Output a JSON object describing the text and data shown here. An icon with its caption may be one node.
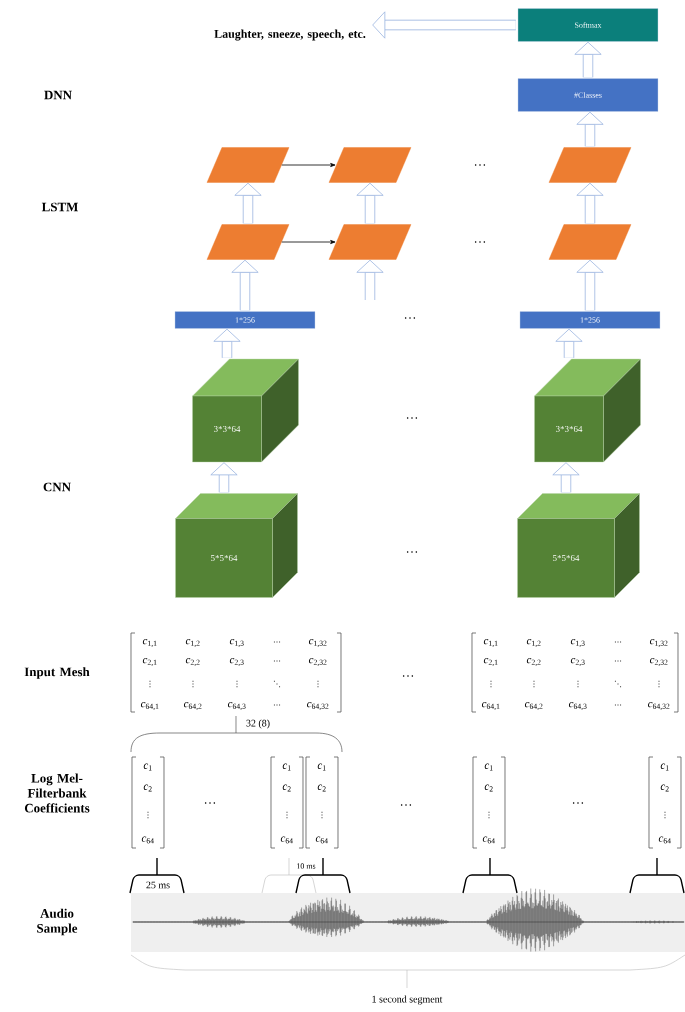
{
  "diagram": {
    "nodes": [
      {
        "text": [
          "Laughter, sneeze, speech, etc."
        ]
      },
      {
        "text": [
          "Softmax"
        ]
      },
      {
        "text": [
          "#Classes"
        ]
      },
      {
        "text": [],
        "shape": "parallelogram"
      },
      {
        "text": [],
        "shape": "parallelogram"
      },
      {
        "text": [],
        "shape": "parallelogram"
      },
      {
        "text": [],
        "shape": "parallelogram"
      },
      {
        "text": [],
        "shape": "parallelogram"
      },
      {
        "text": [],
        "shape": "parallelogram"
      },
      {
        "text": [
          "1*256"
        ]
      },
      {
        "text": [
          "1*256"
        ]
      },
      {
        "text": [
          "3*3*64"
        ]
      },
      {
        "text": [
          "3*3*64"
        ]
      },
      {
        "text": [
          "5*5*64"
        ]
      },
      {
        "text": [
          "5*5*64"
        ]
      }
    ],
    "edges": [
      {
        "from": 1,
        "to": 0,
        "arrow": "to"
      },
      {
        "from": 2,
        "to": 1,
        "arrow": "to"
      },
      {
        "from": 5,
        "to": 2,
        "arrow": "to"
      },
      {
        "from": 3,
        "to": 4,
        "arrow": "to",
        "color": "#000000"
      },
      {
        "from": 6,
        "to": 3,
        "arrow": "to"
      },
      {
        "from": 7,
        "to": 4,
        "arrow": "to"
      },
      {
        "from": 8,
        "to": 5,
        "arrow": "to"
      },
      {
        "from": 6,
        "to": 7,
        "arrow": "to",
        "color": "#000000"
      },
      {
        "from": 9,
        "to": 6,
        "arrow": "to"
      },
      {
        "from": null,
        "to": 7,
        "arrow": "to"
      },
      {
        "from": 10,
        "to": 8,
        "arrow": "to"
      },
      {
        "from": 11,
        "to": 9,
        "arrow": "to"
      },
      {
        "from": 12,
        "to": 10,
        "arrow": "to"
      },
      {
        "from": 13,
        "to": 11,
        "arrow": "to"
      },
      {
        "from": 14,
        "to": 12,
        "arrow": "to"
      }
    ],
    "labels": [
      "DNN",
      "LSTM",
      "…",
      "…",
      "…",
      "…",
      "CNN",
      "…",
      "Input Mesh",
      "*c*$_{1,1}$",
      "*c*$_{1,2}$",
      "*c*$_{1,3}$",
      "⋯",
      "*c*$_{1,32}$",
      "*c*$_{2,1}$",
      "*c*$_{2,2}$",
      "*c*$_{2,3}$",
      "⋯",
      "*c*$_{2,32}$",
      "⋮",
      "⋮",
      "⋮",
      "⋱",
      "⋮",
      "*c*$_{64,1}$",
      "*c*$_{64,2}$",
      "*c*$_{64,3}$",
      "⋯",
      "*c*$_{64,32}$",
      "…",
      "*c*$_{1,1}$",
      "*c*$_{1,2}$",
      "*c*$_{1,3}$",
      "⋯",
      "*c*$_{1,32}$",
      "*c*$_{2,1}$",
      "*c*$_{2,2}$",
      "*c*$_{2,3}$",
      "⋯",
      "*c*$_{2,32}$",
      "⋮",
      "⋮",
      "⋮",
      "⋱",
      "⋮",
      "*c*$_{64,1}$",
      "*c*$_{64,2}$",
      "*c*$_{64,3}$",
      "⋯",
      "*c*$_{64,32}$",
      "32 (8)",
      "Log Mel-Filterbank Coefficients",
      "*c*$_{1}$",
      "*c*$_{2}$",
      "⋮",
      "*c*$_{64}$",
      "…",
      "*c*$_{1}$",
      "*c*$_{2}$",
      "⋮",
      "*c*$_{64}$",
      "*c*$_{1}$",
      "*c*$_{2}$",
      "⋮",
      "*c*$_{64}$",
      "…",
      "*c*$_{1}$",
      "*c*$_{2}$",
      "⋮",
      "*c*$_{64}$",
      "…",
      "*c*$_{1}$",
      "*c*$_{2}$",
      "⋮",
      "*c*$_{64}$",
      "25 ms",
      "10 ms",
      "Audio Sample",
      "1 second segment"
    ]
  }
}
